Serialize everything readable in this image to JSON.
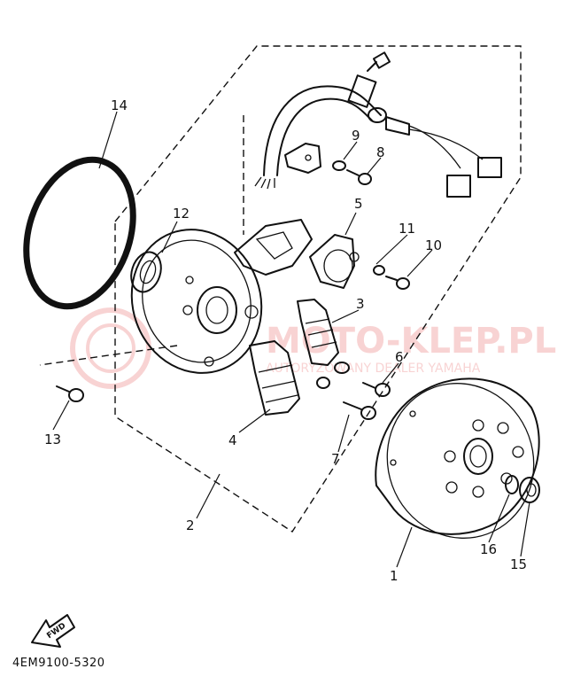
{
  "diagram": {
    "callouts": [
      "1",
      "2",
      "3",
      "4",
      "5",
      "6",
      "7",
      "8",
      "9",
      "10",
      "11",
      "12",
      "13",
      "14",
      "15",
      "16"
    ],
    "arrow_label": "FWD",
    "part_code": "4EM9100-5320",
    "watermark": {
      "title": "MOTO-KLEP.PL",
      "subtitle": "AUTORYZOWANY DEALER YAMAHA",
      "color": "#f0a0a0"
    }
  }
}
